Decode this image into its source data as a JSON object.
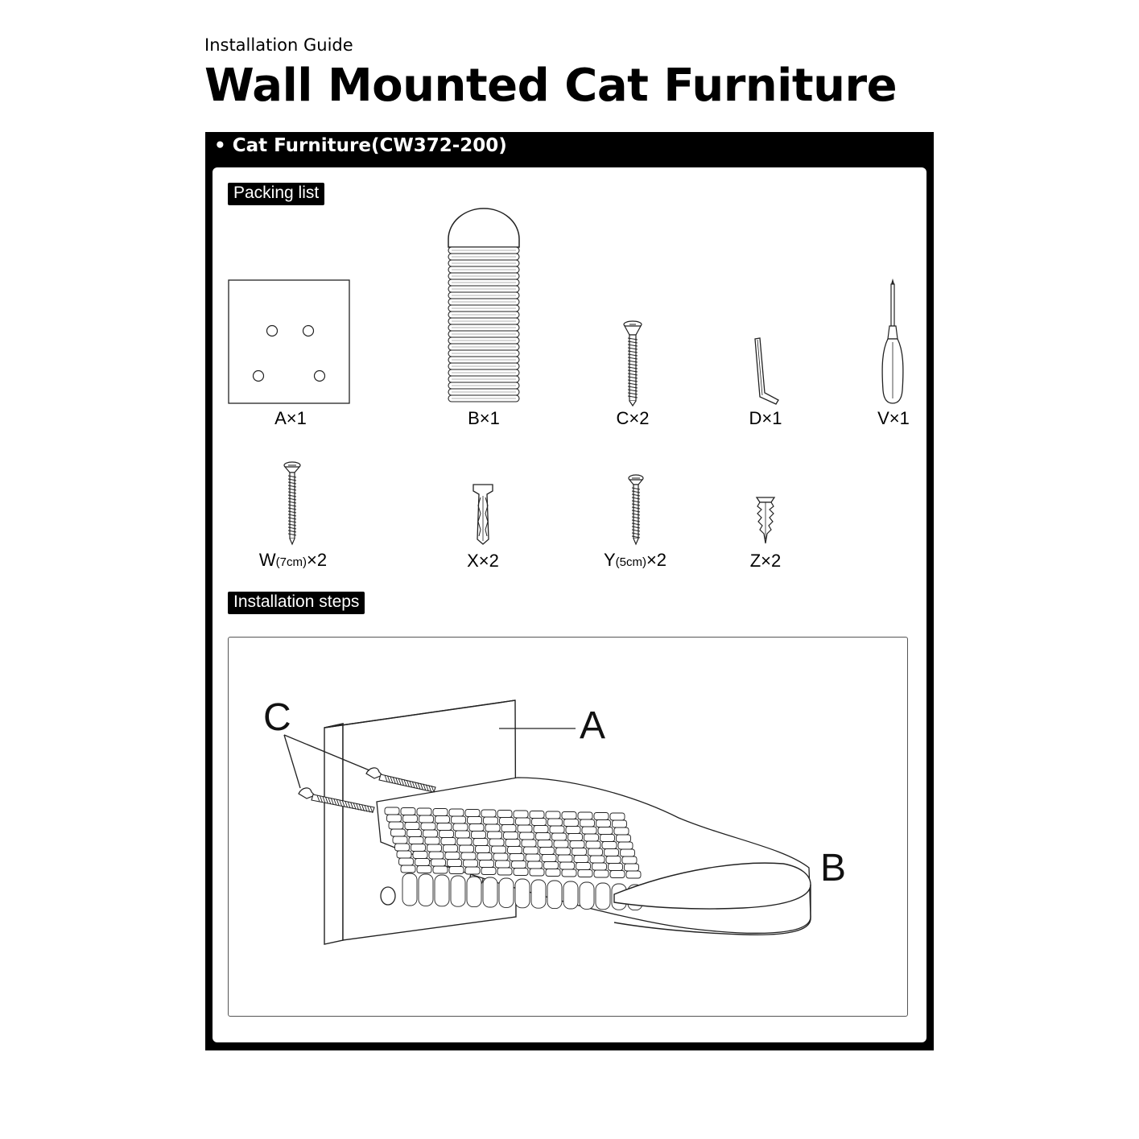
{
  "header": {
    "subtitle": "Installation Guide",
    "title": "Wall Mounted Cat Furniture"
  },
  "product": {
    "name": "• Cat Furniture(CW372-200)"
  },
  "packing_list": {
    "heading": "Packing list",
    "items": [
      {
        "label": "A×1"
      },
      {
        "label": "B×1"
      },
      {
        "label": "C×2"
      },
      {
        "label": "D×1"
      },
      {
        "label": "V×1"
      },
      {
        "label": "W",
        "size": "(7cm)",
        "qty": "×2"
      },
      {
        "label": "X×2"
      },
      {
        "label": "Y",
        "size": "(5cm)",
        "qty": "×2"
      },
      {
        "label": "Z×2"
      }
    ]
  },
  "installation": {
    "heading": "Installation steps",
    "callouts": {
      "a": "A",
      "b": "B",
      "c": "C"
    }
  }
}
